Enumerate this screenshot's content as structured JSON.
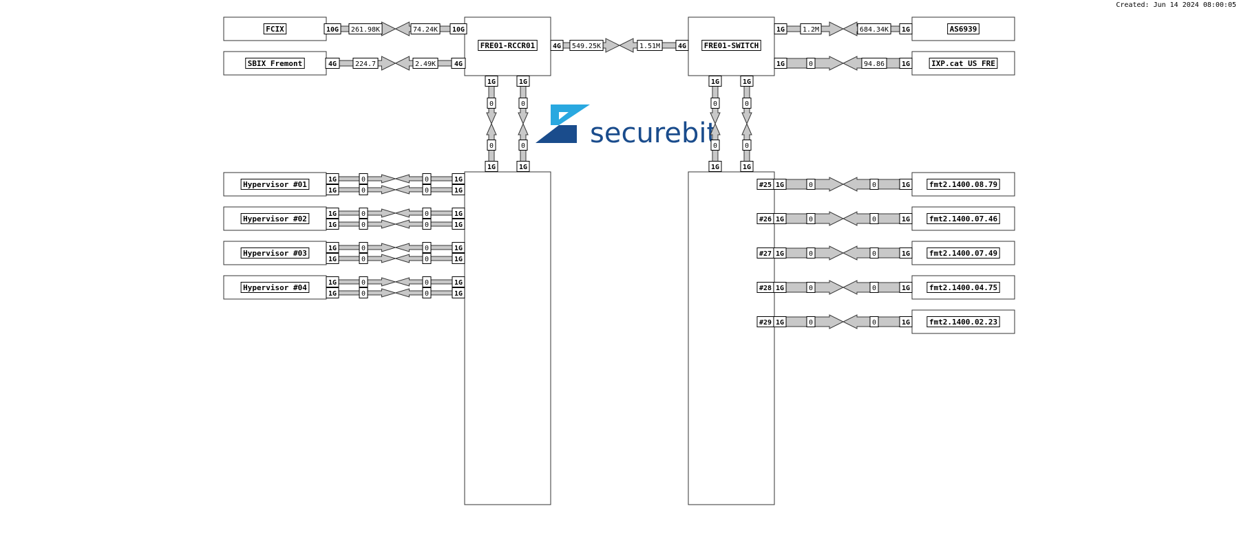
{
  "created": "Created: Jun 14 2024 08:00:05",
  "logo": {
    "text": "securebit",
    "colors": {
      "light": "#29a8e0",
      "dark": "#1a4c8c"
    }
  },
  "colors": {
    "arrow_fill": "#c8c8c8",
    "stroke": "#333333"
  },
  "routers": [
    {
      "label": "FRE01-RCCR01"
    },
    {
      "label": "FRE01-SWITCH"
    }
  ],
  "router_link": {
    "left_cap": "4G",
    "out_rate": "549.25K",
    "in_rate": "1.51M",
    "right_cap": "4G"
  },
  "vertical_links": [
    {
      "top_cap": "1G",
      "upper_rate": "0",
      "lower_rate": "0",
      "bottom_cap": "1G"
    },
    {
      "top_cap": "1G",
      "upper_rate": "0",
      "lower_rate": "0",
      "bottom_cap": "1G"
    },
    {
      "top_cap": "1G",
      "upper_rate": "0",
      "lower_rate": "0",
      "bottom_cap": "1G"
    },
    {
      "top_cap": "1G",
      "upper_rate": "0",
      "lower_rate": "0",
      "bottom_cap": "1G"
    }
  ],
  "left_peers": [
    {
      "label": "FCIX",
      "left_cap": "10G",
      "out_rate": "261.98K",
      "in_rate": "74.24K",
      "right_cap": "10G"
    },
    {
      "label": "SBIX Fremont",
      "left_cap": "4G",
      "out_rate": "224.7",
      "in_rate": "2.49K",
      "right_cap": "4G"
    }
  ],
  "right_peers": [
    {
      "label": "AS6939",
      "left_cap": "1G",
      "out_rate": "1.2M",
      "in_rate": "684.34K",
      "right_cap": "1G"
    },
    {
      "label": "IXP.cat US FRE",
      "left_cap": "1G",
      "out_rate": "0",
      "in_rate": "94.86",
      "right_cap": "1G"
    }
  ],
  "hypervisors": [
    {
      "label": "Hypervisor #01",
      "links": [
        {
          "left_cap": "1G",
          "out_rate": "0",
          "in_rate": "0",
          "right_cap": "1G"
        },
        {
          "left_cap": "1G",
          "out_rate": "0",
          "in_rate": "0",
          "right_cap": "1G"
        }
      ]
    },
    {
      "label": "Hypervisor #02",
      "links": [
        {
          "left_cap": "1G",
          "out_rate": "0",
          "in_rate": "0",
          "right_cap": "1G"
        },
        {
          "left_cap": "1G",
          "out_rate": "0",
          "in_rate": "0",
          "right_cap": "1G"
        }
      ]
    },
    {
      "label": "Hypervisor #03",
      "links": [
        {
          "left_cap": "1G",
          "out_rate": "0",
          "in_rate": "0",
          "right_cap": "1G"
        },
        {
          "left_cap": "1G",
          "out_rate": "0",
          "in_rate": "0",
          "right_cap": "1G"
        }
      ]
    },
    {
      "label": "Hypervisor #04",
      "links": [
        {
          "left_cap": "1G",
          "out_rate": "0",
          "in_rate": "0",
          "right_cap": "1G"
        },
        {
          "left_cap": "1G",
          "out_rate": "0",
          "in_rate": "0",
          "right_cap": "1G"
        }
      ]
    }
  ],
  "servers": [
    {
      "port": "#25",
      "label": "fmt2.1400.08.79",
      "left_cap": "1G",
      "out_rate": "0",
      "in_rate": "0",
      "right_cap": "1G"
    },
    {
      "port": "#26",
      "label": "fmt2.1400.07.46",
      "left_cap": "1G",
      "out_rate": "0",
      "in_rate": "0",
      "right_cap": "1G"
    },
    {
      "port": "#27",
      "label": "fmt2.1400.07.49",
      "left_cap": "1G",
      "out_rate": "0",
      "in_rate": "0",
      "right_cap": "1G"
    },
    {
      "port": "#28",
      "label": "fmt2.1400.04.75",
      "left_cap": "1G",
      "out_rate": "0",
      "in_rate": "0",
      "right_cap": "1G"
    },
    {
      "port": "#29",
      "label": "fmt2.1400.02.23",
      "left_cap": "1G",
      "out_rate": "0",
      "in_rate": "0",
      "right_cap": "1G"
    }
  ]
}
